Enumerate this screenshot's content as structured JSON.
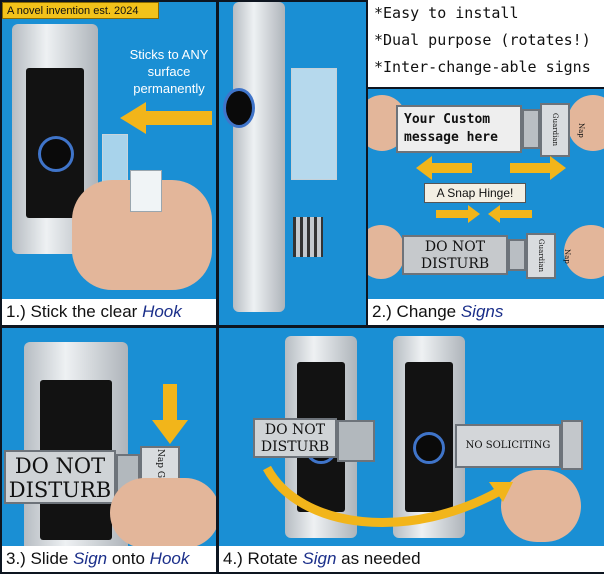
{
  "badge": {
    "text": "A novel invention est. 2024"
  },
  "panel1": {
    "note_lines": [
      "Sticks to ANY",
      "surface",
      "permanently"
    ],
    "caption_prefix": "1.) Stick the clear ",
    "caption_highlight": "Hook"
  },
  "features": [
    "*Easy to install",
    "*Dual purpose (rotates!)",
    "*Inter-change-able signs"
  ],
  "panel2": {
    "custom_message": "Your Custom message here",
    "side_label": "Nap Guardian",
    "hinge_label": "A Snap Hinge!",
    "sign_line1": "DO NOT",
    "sign_line2": "DISTURB",
    "caption_prefix": "2.) Change ",
    "caption_highlight": "Signs"
  },
  "panel3": {
    "sign_line1": "DO NOT",
    "sign_line2": "DISTURB",
    "side_label": "Nap Guardian",
    "caption_prefix": "3.) Slide ",
    "caption_highlight": "Sign",
    "caption_mid": " onto ",
    "caption_highlight2": "Hook"
  },
  "panel4": {
    "sign_line1": "DO NOT",
    "sign_line2": "DISTURB",
    "alt_sign": "NO SOLICITING",
    "caption_prefix": "4.) Rotate ",
    "caption_highlight": "Sign",
    "caption_suffix": " as needed"
  },
  "colors": {
    "panel_bg": "#1a8fd4",
    "arrow": "#f2b51a",
    "highlight_text": "#1b2f8a",
    "badge_bg": "#f2c21a"
  }
}
